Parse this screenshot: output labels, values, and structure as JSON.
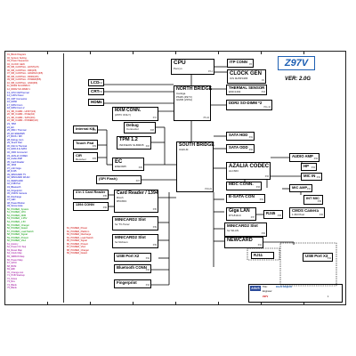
{
  "toc": [
    {
      "text": "01_Block Diagram",
      "color": "#cc0000"
    },
    {
      "text": "02_System Setting",
      "color": "#cc0000"
    },
    {
      "text": "03_Power Sequence",
      "color": "#cc0000"
    },
    {
      "text": "04_CLOCK GEN",
      "color": "#cc0000"
    },
    {
      "text": "05_NB_CANTIGA - HOST(1/5)",
      "color": "#cc0000"
    },
    {
      "text": "06_NB_CANTIGA - DMI(2/5)",
      "color": "#cc0000"
    },
    {
      "text": "07_NB_CANTIGA - GRAPHIC(3/5)",
      "color": "#cc0000"
    },
    {
      "text": "08_NB_CANTIGA - DDR2(4/5)",
      "color": "#cc0000"
    },
    {
      "text": "09_NB_CANTIGA - POWER(5/5)",
      "color": "#cc0000"
    },
    {
      "text": "10_NB_CANTIGA - GND(6/6)",
      "color": "#cc0000"
    },
    {
      "text": "11_DDR2 SO-DIMM 0",
      "color": "#cc0000"
    },
    {
      "text": "12_DDR2 SO-DIMM 1",
      "color": "#cc0000"
    },
    {
      "text": "13_CPU Clk/Thermal",
      "color": "#0000cc"
    },
    {
      "text": "14_LVDS Panel",
      "color": "#0000cc"
    },
    {
      "text": "15_CRT Connector",
      "color": "#0000cc"
    },
    {
      "text": "16_HDMI",
      "color": "#0000cc"
    },
    {
      "text": "17_MXM Conn",
      "color": "#0000cc"
    },
    {
      "text": "18_MXM Conn 2",
      "color": "#0000cc"
    },
    {
      "text": "19_SB_ICH9M - HOST(1/4)",
      "color": "#cc0000"
    },
    {
      "text": "20_SB_ICH9M - PCIE(2/4)",
      "color": "#cc0000"
    },
    {
      "text": "21_SB_ICH9M - SATA(3/4)",
      "color": "#cc0000"
    },
    {
      "text": "22_SB_ICH9M - POWER(4/4)",
      "color": "#cc0000"
    },
    {
      "text": "23_TPM",
      "color": "#0000cc"
    },
    {
      "text": "24_EC",
      "color": "#0000cc"
    },
    {
      "text": "25_KBC / Thermal",
      "color": "#0000cc"
    },
    {
      "text": "26_EC ENE3925",
      "color": "#0000cc"
    },
    {
      "text": "27_BIOS / SPI",
      "color": "#0000cc"
    },
    {
      "text": "28_Debug conn",
      "color": "#0000cc"
    },
    {
      "text": "29_Touch Pad",
      "color": "#0000cc"
    },
    {
      "text": "30_FAN & Thermal",
      "color": "#0000cc"
    },
    {
      "text": "31_HDD & E-SATA",
      "color": "#0000cc"
    },
    {
      "text": "32_ODD Connector",
      "color": "#0000cc"
    },
    {
      "text": "33_AZALIA CODEC",
      "color": "#0000cc"
    },
    {
      "text": "34_Audio AMP",
      "color": "#0000cc"
    },
    {
      "text": "35_Card Reader",
      "color": "#0000cc"
    },
    {
      "text": "36_1394",
      "color": "#0000cc"
    },
    {
      "text": "37_LAN Giga",
      "color": "#0000cc"
    },
    {
      "text": "38_RJ45",
      "color": "#0000cc"
    },
    {
      "text": "39_MINICARD TV",
      "color": "#0000cc"
    },
    {
      "text": "40_MINICARD WLAN",
      "color": "#0000cc"
    },
    {
      "text": "41_NEWCARD",
      "color": "#0000cc"
    },
    {
      "text": "42_USB Port",
      "color": "#0000cc"
    },
    {
      "text": "43_Bluetooth",
      "color": "#0000cc"
    },
    {
      "text": "44_Fingerprint",
      "color": "#0000cc"
    },
    {
      "text": "45_CMOS Camera",
      "color": "#0000cc"
    },
    {
      "text": "46_Discharge",
      "color": "#0000cc"
    },
    {
      "text": "47_LED",
      "color": "#0000cc"
    },
    {
      "text": "48_Power Button",
      "color": "#0000cc"
    },
    {
      "text": "49_Screw Hole",
      "color": "#0000cc"
    },
    {
      "text": "50_POWER_System",
      "color": "#009900"
    },
    {
      "text": "51_POWER_CPU",
      "color": "#009900"
    },
    {
      "text": "52_POWER_DDR",
      "color": "#009900"
    },
    {
      "text": "53_POWER_1.05V",
      "color": "#009900"
    },
    {
      "text": "54_POWER_1.5V",
      "color": "#009900"
    },
    {
      "text": "55_POWER_Charger",
      "color": "#009900"
    },
    {
      "text": "56_POWER_Detect",
      "color": "#009900"
    },
    {
      "text": "57_POWER_Load Switch",
      "color": "#009900"
    },
    {
      "text": "58_POWER_Signal",
      "color": "#009900"
    },
    {
      "text": "59_POWER_Protect",
      "color": "#009900"
    },
    {
      "text": "60_POWER_VGA",
      "color": "#009900"
    },
    {
      "text": "61_History",
      "color": "#990099"
    },
    {
      "text": "62_Power On Seq",
      "color": "#990099"
    },
    {
      "text": "63_Reset Map",
      "color": "#990099"
    },
    {
      "text": "64_Clock Map",
      "color": "#990099"
    },
    {
      "text": "65_SMBUS Map",
      "color": "#990099"
    },
    {
      "text": "66_Power Map",
      "color": "#990099"
    },
    {
      "text": "67_GPIO",
      "color": "#990099"
    },
    {
      "text": "68_BOM",
      "color": "#990099"
    },
    {
      "text": "69_EMI",
      "color": "#990099"
    },
    {
      "text": "70_Change List",
      "color": "#990099"
    },
    {
      "text": "71_PCB Stackup",
      "color": "#990099"
    },
    {
      "text": "72_Notes",
      "color": "#990099"
    },
    {
      "text": "73_Rev",
      "color": "#990099"
    },
    {
      "text": "74_Blank",
      "color": "#990099"
    },
    {
      "text": "75_Blank",
      "color": "#990099"
    }
  ],
  "toc_right": [
    {
      "text": "81_POWER_Pinout",
      "color": "#cc0000"
    },
    {
      "text": "82_POWER_Platform",
      "color": "#cc0000"
    },
    {
      "text": "83_POWER_Discharge",
      "color": "#cc0000"
    },
    {
      "text": "84_POWER_Load Switch",
      "color": "#cc0000"
    },
    {
      "text": "85_POWER_Signal",
      "color": "#cc0000"
    },
    {
      "text": "86_POWER_Protect",
      "color": "#cc0000"
    },
    {
      "text": "87_POWER_VGA",
      "color": "#cc0000"
    },
    {
      "text": "88_POWER_Charger",
      "color": "#cc0000"
    },
    {
      "text": "89_POWER_Detect",
      "color": "#cc0000"
    }
  ],
  "model": "Z97V",
  "version": "VER: 2.0G",
  "blocks": {
    "cpu": {
      "title": "CPU",
      "sub": [
        "Penryn"
      ],
      "page": "P3-4"
    },
    "itp": {
      "title": "ITP CONN",
      "sub": [],
      "page": "P3"
    },
    "clockgen": {
      "title": "CLOCK GEN",
      "sub": [
        "ICS 9LPRS365"
      ],
      "page": "P4"
    },
    "lcd": {
      "title": "LCD",
      "sub": [],
      "page": "P14"
    },
    "crt": {
      "title": "CRT",
      "sub": [],
      "page": "P15"
    },
    "hdmi": {
      "title": "HDMI",
      "sub": [],
      "page": "P16"
    },
    "mxm": {
      "title": "MXM CONN.",
      "sub": [
        "(Z97V ONLY)"
      ],
      "page": "P17"
    },
    "nb": {
      "title": "NORTH BRIDGE",
      "sub": [
        "Cantiga",
        "PM45 (Z97V)",
        "GM45 (Z97A)"
      ],
      "page": "P5-10"
    },
    "thermal": {
      "title": "THERMAL SENSOR",
      "sub": [
        "EMC1402"
      ],
      "page": "P13"
    },
    "ddr2": {
      "title": "DDR2 SO-DIMM *2",
      "sub": [],
      "page": "P11-12"
    },
    "internal_kb": {
      "title": "Internal KB",
      "sub": [],
      "page": "P25"
    },
    "debug": {
      "title": "Debug",
      "sub": [
        "Connector"
      ],
      "page": "P28"
    },
    "tpm": {
      "title": "TPM 1.2",
      "sub": [
        "INFINEON SLB9635"
      ],
      "page": "P23"
    },
    "touchpad": {
      "title": "Touch Pad",
      "sub": [],
      "page": "P29"
    },
    "cir": {
      "title": "CIR",
      "sub": [
        "Receiver"
      ],
      "page": "P25"
    },
    "ec": {
      "title": "EC",
      "sub": [
        "ENE3925"
      ],
      "page": "P26"
    },
    "spi": {
      "title": "(SPI Flash)",
      "sub": [],
      "page": "P27"
    },
    "sb": {
      "title": "SOUTH BRIDGE",
      "sub": [
        "ICH9-M"
      ],
      "page": "P19-22"
    },
    "sata_hdd": {
      "title": "SATA HDD",
      "sub": [],
      "page": "P31"
    },
    "sata_odd": {
      "title": "SATA ODD",
      "sub": [],
      "page": "P32"
    },
    "azalia": {
      "title": "AZALIA CODEC",
      "sub": [
        "ALC663"
      ],
      "page": "P33"
    },
    "audio_amp": {
      "title": "AUDIO AMP",
      "sub": [],
      "page": "P34"
    },
    "hp": {
      "title": "HP",
      "sub": [],
      "page": "P34"
    },
    "mic_in": {
      "title": "MIC IN",
      "sub": [],
      "page": "P34"
    },
    "mdc": {
      "title": "MDC CONN.",
      "sub": [],
      "page": "P33"
    },
    "mic_amp": {
      "title": "MIC AMP",
      "sub": [],
      "page": "P34"
    },
    "int_mic": {
      "title": "INT MIC",
      "sub": [],
      "page": "P45"
    },
    "cmos": {
      "title": "CMOS Camera",
      "sub": [
        "1.3M Pixel"
      ],
      "page": "P45"
    },
    "esata": {
      "title": "E-SATA CON",
      "sub": [],
      "page": "P31"
    },
    "four_in_one": {
      "title": "4 in 1 Card Reader",
      "sub": [],
      "page": "P35"
    },
    "card_reader": {
      "title": "Card Reader / 1394",
      "sub": [
        "Ricoh",
        "R5C833"
      ],
      "page": "P35"
    },
    "c1394": {
      "title": "1394 CONN",
      "sub": [],
      "page": "P36"
    },
    "giga_lan": {
      "title": "Giga LAN",
      "sub": [
        "RTL8111C"
      ],
      "page": "P37"
    },
    "rj45": {
      "title": "RJ45",
      "sub": [],
      "page": "P38"
    },
    "minicard_tv": {
      "title": "MINICARD2 Slot",
      "sub": [
        "for TV-Tuner"
      ],
      "page": "P39"
    },
    "minicard_robson": {
      "title": "MINICARD2 Slot",
      "sub": [
        "for Robson"
      ],
      "page": "P39"
    },
    "minicard_wlan": {
      "title": "MINICARD2 Slot",
      "sub": [
        "for WLAN"
      ],
      "page": "P40"
    },
    "newcard": {
      "title": "NEWCARD",
      "sub": [],
      "page": "P41"
    },
    "usb_port_left": {
      "title": "USB Port X2",
      "sub": [],
      "page": "P42"
    },
    "bluetooth": {
      "title": "Bluetooth CONN",
      "sub": [],
      "page": "P43"
    },
    "fingerprint": {
      "title": "Fingerprint",
      "sub": [],
      "page": "P44"
    },
    "rj11": {
      "title": "RJ11",
      "sub": [],
      "page": ""
    },
    "usb_port_right": {
      "title": "USB Port X3",
      "sub": [],
      "page": "P42"
    }
  },
  "titleblock": {
    "logo": "ASUS",
    "title_label": "Title :",
    "title_value": "Block Diagram",
    "eng_label": "Engineer:",
    "model": "Z97V",
    "sheet": "1"
  }
}
